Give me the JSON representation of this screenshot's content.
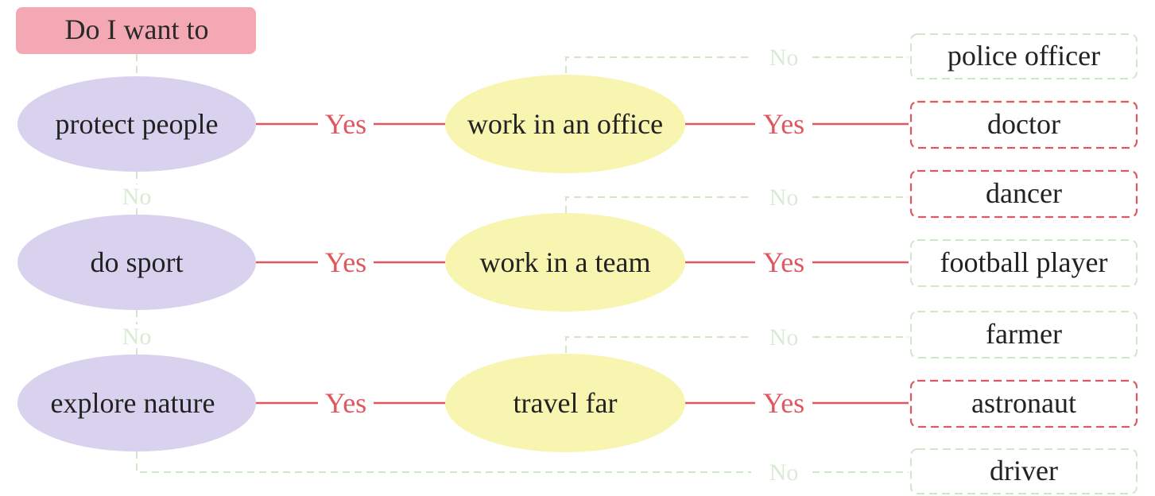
{
  "title": "Do I want to",
  "questions": [
    "protect people",
    "do sport",
    "explore nature"
  ],
  "sub_questions": [
    "work in an office",
    "work in a team",
    "travel far"
  ],
  "jobs": [
    "police officer",
    "doctor",
    "dancer",
    "football player",
    "farmer",
    "astronaut",
    "driver"
  ],
  "labels": {
    "yes": "Yes",
    "no": "No"
  },
  "colors": {
    "yes_line": "#e0585f",
    "no_line": "#cfe8c9",
    "question_fill": "#d8d2ee",
    "sub_question_fill": "#f8f5b0",
    "title_fill": "#f4a8b3"
  }
}
